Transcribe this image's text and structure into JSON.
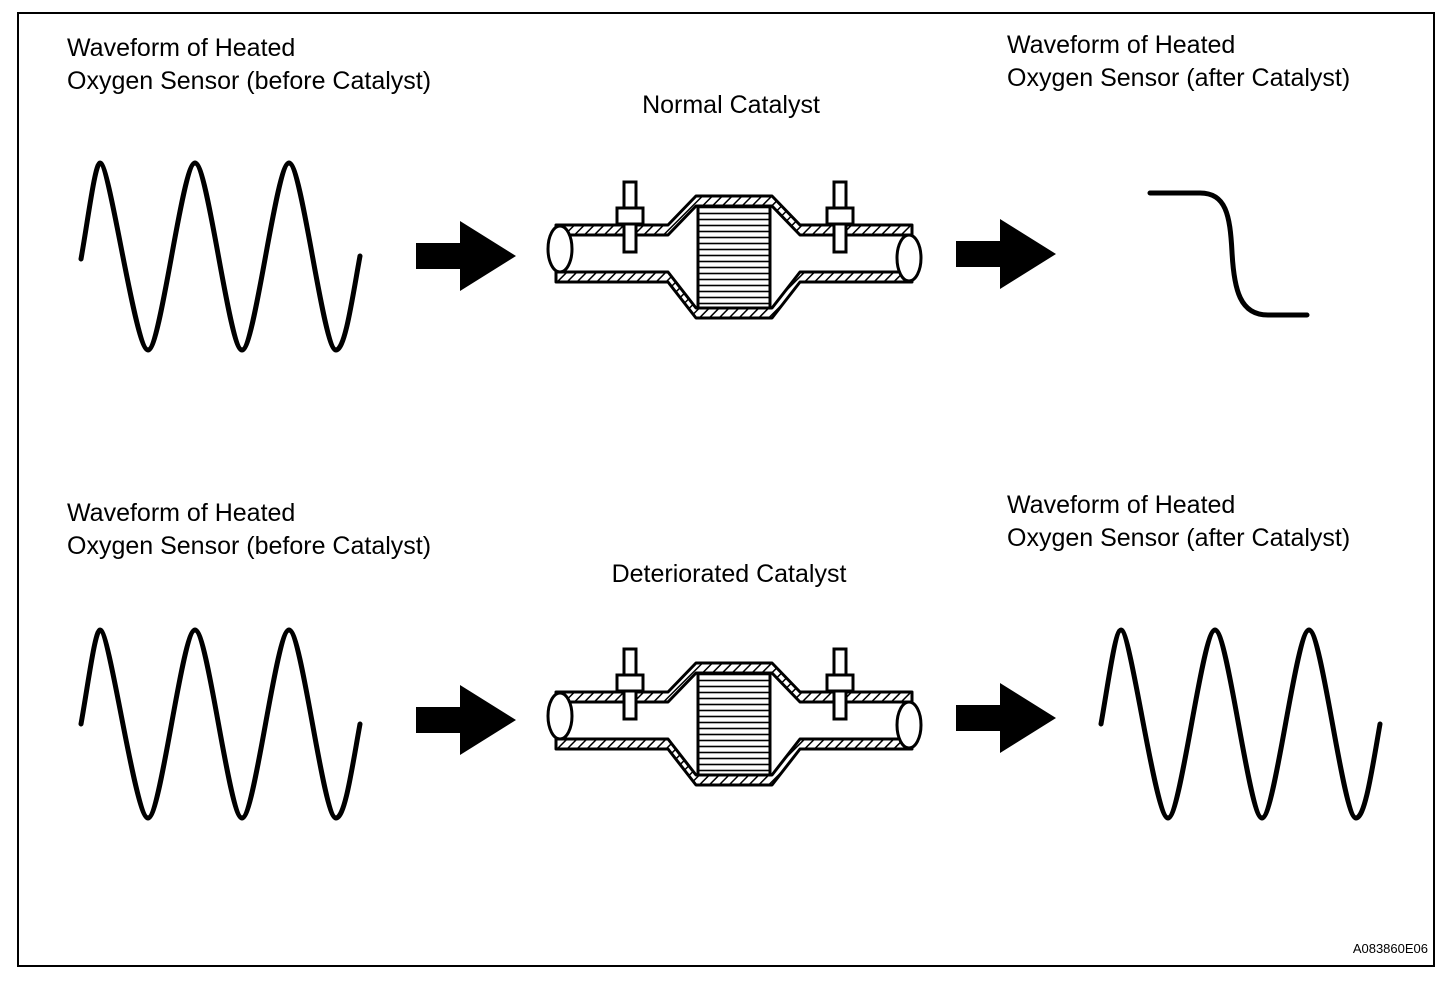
{
  "diagram": {
    "rows": [
      {
        "id": "normal",
        "before_label_line1": "Waveform of Heated",
        "before_label_line2": "Oxygen Sensor (before Catalyst)",
        "catalyst_label": "Normal Catalyst",
        "after_label_line1": "Waveform of Heated",
        "after_label_line2": "Oxygen Sensor (after Catalyst)",
        "after_waveform": "flat-step"
      },
      {
        "id": "deteriorated",
        "before_label_line1": "Waveform of Heated",
        "before_label_line2": "Oxygen Sensor (before Catalyst)",
        "catalyst_label": "Deteriorated Catalyst",
        "after_label_line1": "Waveform of Heated",
        "after_label_line2": "Oxygen Sensor (after Catalyst)",
        "after_waveform": "sine"
      }
    ],
    "figure_code": "A083860E06"
  }
}
